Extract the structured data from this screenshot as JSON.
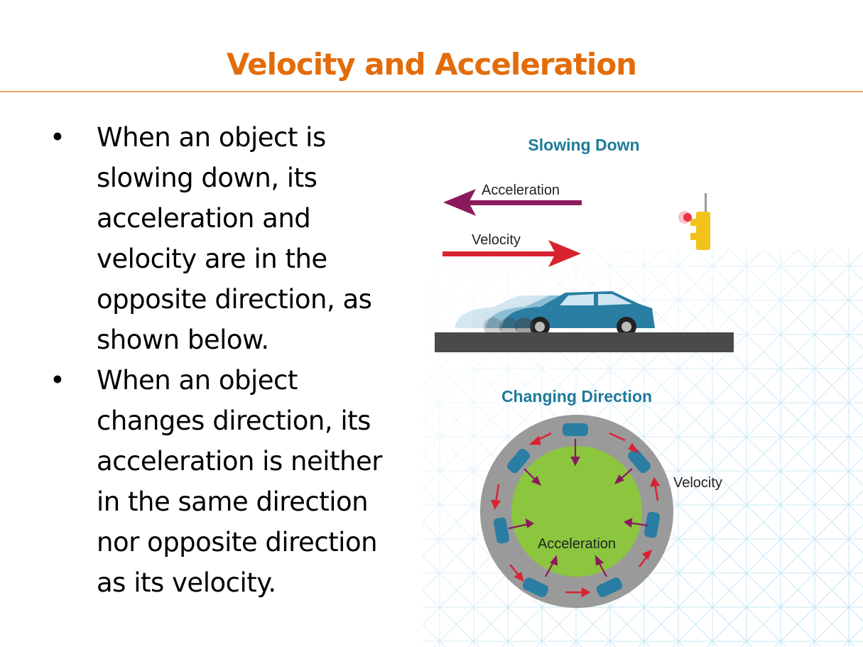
{
  "title": "Velocity and Acceleration",
  "bullets": [
    "When an object is slowing down, its acceleration and velocity are in the opposite direction, as shown below.",
    "When an object changes direction, its acceleration is neither in the same direction nor opposite direction as its velocity."
  ],
  "bullet_glyph": "•",
  "figure": {
    "slowing_title": "Slowing Down",
    "acceleration_label": "Acceleration",
    "velocity_label": "Velocity",
    "changing_title": "Changing Direction",
    "circle_velocity_label": "Velocity",
    "circle_acceleration_label": "Acceleration"
  },
  "colors": {
    "title": "#E36C0A",
    "figure_heading": "#1F7A99",
    "acceleration_arrow": "#8B1A5C",
    "velocity_arrow": "#D92330",
    "car": "#2A7DA3",
    "road": "#4A4A4A",
    "track": "#9A9A9A",
    "infield": "#8CC63F"
  }
}
